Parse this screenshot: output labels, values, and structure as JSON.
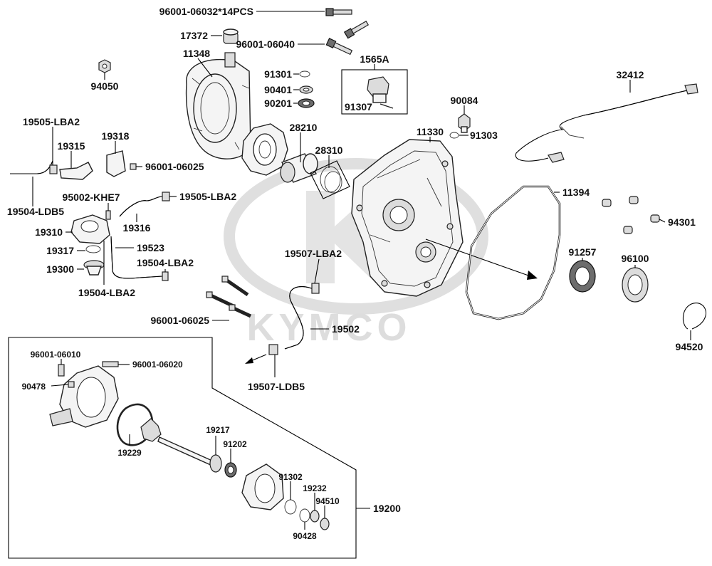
{
  "watermark": {
    "brand": "KYMCO",
    "color": "#d3d3d3"
  },
  "callouts": [
    {
      "id": "c-96001-06032",
      "text": "96001-06032*14PCS"
    },
    {
      "id": "c-17372",
      "text": "17372"
    },
    {
      "id": "c-96001-06040",
      "text": "96001-06040"
    },
    {
      "id": "c-11348",
      "text": "11348"
    },
    {
      "id": "c-1565A",
      "text": "1565A"
    },
    {
      "id": "c-94050",
      "text": "94050"
    },
    {
      "id": "c-91301",
      "text": "91301"
    },
    {
      "id": "c-90401",
      "text": "90401"
    },
    {
      "id": "c-90201",
      "text": "90201"
    },
    {
      "id": "c-91307",
      "text": "91307"
    },
    {
      "id": "c-32412",
      "text": "32412"
    },
    {
      "id": "c-90084",
      "text": "90084"
    },
    {
      "id": "c-91303",
      "text": "91303"
    },
    {
      "id": "c-19505-LBA2-a",
      "text": "19505-LBA2"
    },
    {
      "id": "c-19318",
      "text": "19318"
    },
    {
      "id": "c-28210",
      "text": "28210"
    },
    {
      "id": "c-11330",
      "text": "11330"
    },
    {
      "id": "c-19315",
      "text": "19315"
    },
    {
      "id": "c-96001-06025-a",
      "text": "96001-06025"
    },
    {
      "id": "c-28310",
      "text": "28310"
    },
    {
      "id": "c-95002-KHE7",
      "text": "95002-KHE7"
    },
    {
      "id": "c-19505-LBA2-b",
      "text": "19505-LBA2"
    },
    {
      "id": "c-11394",
      "text": "11394"
    },
    {
      "id": "c-19504-LDB5",
      "text": "19504-LDB5"
    },
    {
      "id": "c-94301",
      "text": "94301"
    },
    {
      "id": "c-19316",
      "text": "19316"
    },
    {
      "id": "c-19310",
      "text": "19310"
    },
    {
      "id": "c-19523",
      "text": "19523"
    },
    {
      "id": "c-19317",
      "text": "19317"
    },
    {
      "id": "c-19507-LBA2",
      "text": "19507-LBA2"
    },
    {
      "id": "c-91257",
      "text": "91257"
    },
    {
      "id": "c-96100",
      "text": "96100"
    },
    {
      "id": "c-19504-LBA2-a",
      "text": "19504-LBA2"
    },
    {
      "id": "c-19300",
      "text": "19300"
    },
    {
      "id": "c-19504-LBA2-b",
      "text": "19504-LBA2"
    },
    {
      "id": "c-96001-06025-b",
      "text": "96001-06025"
    },
    {
      "id": "c-19502",
      "text": "19502"
    },
    {
      "id": "c-94520",
      "text": "94520"
    },
    {
      "id": "c-96001-06010",
      "text": "96001-06010"
    },
    {
      "id": "c-96001-06020",
      "text": "96001-06020"
    },
    {
      "id": "c-90478",
      "text": "90478"
    },
    {
      "id": "c-19507-LDB5",
      "text": "19507-LDB5"
    },
    {
      "id": "c-19217",
      "text": "19217"
    },
    {
      "id": "c-91202",
      "text": "91202"
    },
    {
      "id": "c-19229",
      "text": "19229"
    },
    {
      "id": "c-91302",
      "text": "91302"
    },
    {
      "id": "c-19232",
      "text": "19232"
    },
    {
      "id": "c-94510",
      "text": "94510"
    },
    {
      "id": "c-19200",
      "text": "19200"
    },
    {
      "id": "c-90428",
      "text": "90428"
    }
  ]
}
